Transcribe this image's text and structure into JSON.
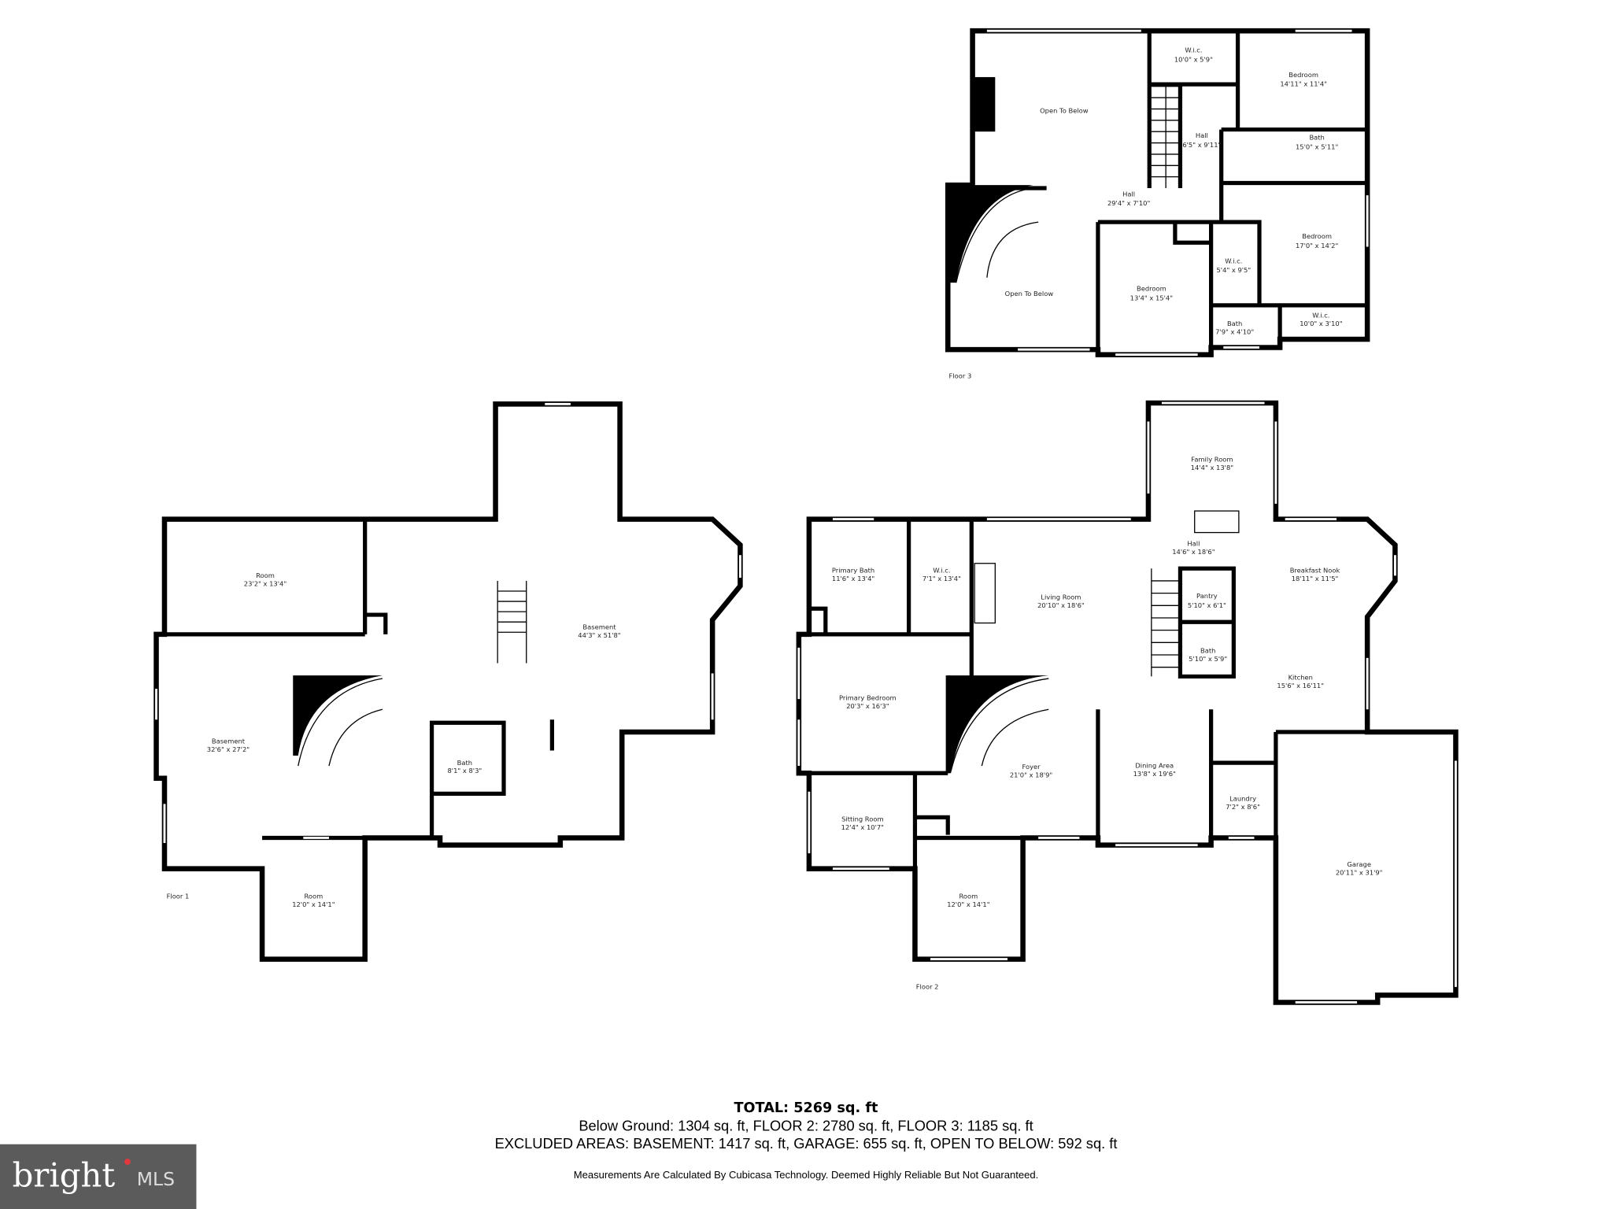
{
  "floors": {
    "floor3": {
      "label": "Floor 3",
      "rooms": [
        {
          "name": "W.i.c.",
          "size": "10'0\" x 5'9\""
        },
        {
          "name": "Bedroom",
          "size": "14'11\" x 11'4\""
        },
        {
          "name": "Open To Below",
          "size": ""
        },
        {
          "name": "Hall",
          "size": "6'5\" x 9'11\""
        },
        {
          "name": "Bath",
          "size": "15'0\" x 5'11\""
        },
        {
          "name": "Hall",
          "size": "29'4\" x 7'10\""
        },
        {
          "name": "Bedroom",
          "size": "17'0\" x 14'2\""
        },
        {
          "name": "W.i.c.",
          "size": "5'4\" x 9'5\""
        },
        {
          "name": "Open To Below",
          "size": ""
        },
        {
          "name": "Bedroom",
          "size": "13'4\" x 15'4\""
        },
        {
          "name": "Bath",
          "size": "7'9\" x 4'10\""
        },
        {
          "name": "W.i.c.",
          "size": "10'0\" x 3'10\""
        }
      ]
    },
    "floor2": {
      "label": "Floor 2",
      "rooms": [
        {
          "name": "Family Room",
          "size": "14'4\" x 13'8\""
        },
        {
          "name": "Primary Bath",
          "size": "11'6\" x 13'4\""
        },
        {
          "name": "W.i.c.",
          "size": "7'1\" x 13'4\""
        },
        {
          "name": "Hall",
          "size": "14'6\" x 18'6\""
        },
        {
          "name": "Breakfast Nook",
          "size": "18'11\" x 11'5\""
        },
        {
          "name": "Living Room",
          "size": "20'10\" x 18'6\""
        },
        {
          "name": "Pantry",
          "size": "5'10\" x 6'1\""
        },
        {
          "name": "Bath",
          "size": "5'10\" x 5'9\""
        },
        {
          "name": "Kitchen",
          "size": "15'6\" x 16'11\""
        },
        {
          "name": "Primary Bedroom",
          "size": "20'3\" x 16'3\""
        },
        {
          "name": "Foyer",
          "size": "21'0\" x 18'9\""
        },
        {
          "name": "Dining Area",
          "size": "13'8\" x 19'6\""
        },
        {
          "name": "Laundry",
          "size": "7'2\" x 8'6\""
        },
        {
          "name": "Sitting Room",
          "size": "12'4\" x 10'7\""
        },
        {
          "name": "Garage",
          "size": "20'11\" x 31'9\""
        },
        {
          "name": "Room",
          "size": "12'0\" x 14'1\""
        }
      ]
    },
    "floor1": {
      "label": "Floor 1",
      "rooms": [
        {
          "name": "Room",
          "size": "23'2\" x 13'4\""
        },
        {
          "name": "Basement",
          "size": "44'3\" x 51'8\""
        },
        {
          "name": "Basement",
          "size": "32'6\" x 27'2\""
        },
        {
          "name": "Bath",
          "size": "8'1\" x 8'3\""
        },
        {
          "name": "Room",
          "size": "12'0\" x 14'1\""
        }
      ]
    }
  },
  "summary": {
    "total": "TOTAL: 5269 sq. ft",
    "line1": "Below Ground: 1304 sq. ft, FLOOR 2: 2780 sq. ft, FLOOR 3: 1185 sq. ft",
    "line2": "EXCLUDED AREAS: BASEMENT: 1417 sq. ft, GARAGE: 655 sq. ft, OPEN TO BELOW: 592 sq. ft",
    "disclaimer": "Measurements Are Calculated By Cubicasa Technology. Deemed Highly Reliable But Not Guaranteed."
  },
  "logo": {
    "brand": "bright",
    "suffix": "MLS",
    "background": "#5b5b5b",
    "accent": "#e03a3e"
  }
}
